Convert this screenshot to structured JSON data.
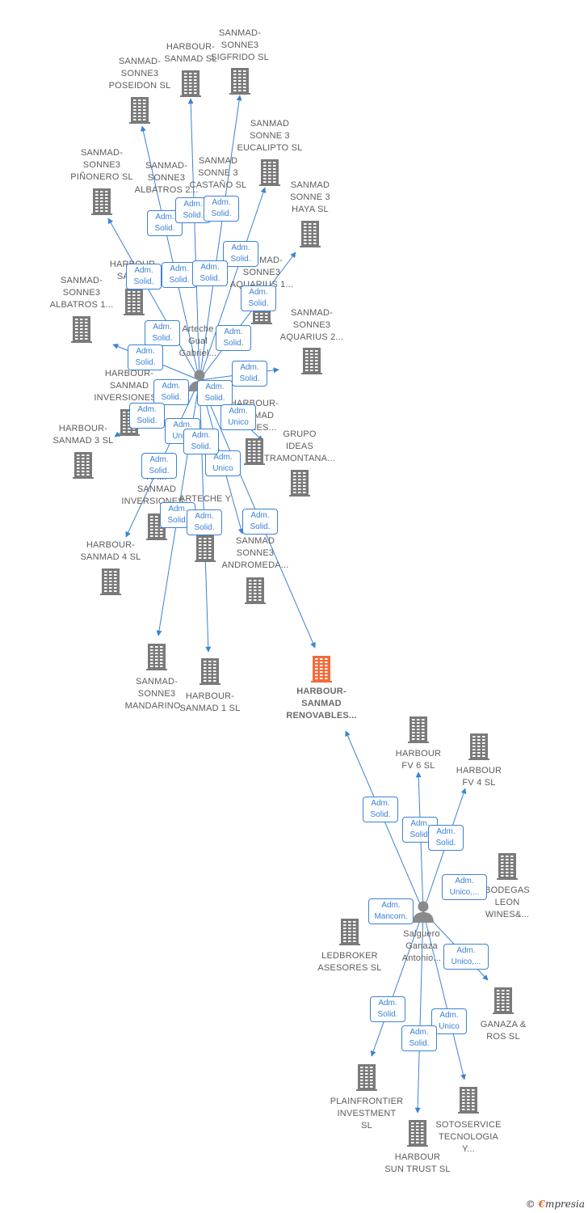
{
  "colors": {
    "edge": "#3b82d6",
    "building": "#7a7a7a",
    "highlight": "#f26b3a",
    "person": "#8a8a8a",
    "label": "#5c5c5c"
  },
  "companies": [
    {
      "id": "c_sigfrido",
      "label": "SANMAD-\nSONNE3\nSIGFRIDO  SL"
    },
    {
      "id": "c_hs",
      "label": "HARBOUR-\nSANMAD  SL"
    },
    {
      "id": "c_poseidon",
      "label": "SANMAD-\nSONNE3\nPOSEIDON  SL"
    },
    {
      "id": "c_eucalipto",
      "label": "SANMAD\nSONNE 3\nEUCALIPTO  SL"
    },
    {
      "id": "c_pinonero",
      "label": "SANMAD-\nSONNE3\nPIÑONERO  SL"
    },
    {
      "id": "c_albatros2",
      "label": "SANMAD-\nSONNE3\nALBATROS 2..."
    },
    {
      "id": "c_castano",
      "label": "SANMAD\nSONNE 3\nCASTAÑO  SL"
    },
    {
      "id": "c_haya",
      "label": "SANMAD\nSONNE 3\nHAYA  SL"
    },
    {
      "id": "c_harbour_sanm",
      "label": "HARBOUR-\nSANM..."
    },
    {
      "id": "c_aquarius1",
      "label": "SANMAD-\nSONNE3\nAQUARIUS 1..."
    },
    {
      "id": "c_albatros1",
      "label": "SANMAD-\nSONNE3\nALBATROS 1..."
    },
    {
      "id": "c_aquarius2",
      "label": "SANMAD-\nSONNE3\nAQUARIUS 2..."
    },
    {
      "id": "c_inversiones1",
      "label": "HARBOUR-\nSANMAD\nINVERSIONES..."
    },
    {
      "id": "c_hs3",
      "label": "HARBOUR-\nSANMAD 3  SL"
    },
    {
      "id": "c_hs_iones",
      "label": "HARBOUR-\nSANMAD\n...IONES..."
    },
    {
      "id": "c_tramontana",
      "label": "GRUPO\nIDEAS\nTRAMONTANA..."
    },
    {
      "id": "c_inversiones2",
      "label": "HA...\nSANMAD\nINVERSIONES..."
    },
    {
      "id": "c_arteche_y",
      "label": "ARTECHE Y\n..."
    },
    {
      "id": "c_hs4",
      "label": "HARBOUR-\nSANMAD 4  SL"
    },
    {
      "id": "c_andromeda",
      "label": "SANMAD\nSONNE3\nANDROMEDA..."
    },
    {
      "id": "c_mandarino",
      "label": "SANMAD-\nSONNE3\nMANDARINO..."
    },
    {
      "id": "c_hs1",
      "label": "HARBOUR-\nSANMAD 1  SL"
    },
    {
      "id": "c_renovables",
      "label": "HARBOUR-\nSANMAD\nRENOVABLES...",
      "highlight": true
    },
    {
      "id": "c_fv6",
      "label": "HARBOUR\nFV 6  SL"
    },
    {
      "id": "c_fv4",
      "label": "HARBOUR\nFV 4  SL"
    },
    {
      "id": "c_bodegas",
      "label": "BODEGAS\nLEON\nWINES&..."
    },
    {
      "id": "c_ledbroker",
      "label": "LEDBROKER\nASESORES  SL"
    },
    {
      "id": "c_ganaza",
      "label": "GANAZA &\nROS  SL"
    },
    {
      "id": "c_plainfrontier",
      "label": "PLAINFRONTIER\nINVESTMENT\nSL"
    },
    {
      "id": "c_sotoservice",
      "label": "SOTOSERVICE\nTECNOLOGIA\nY..."
    },
    {
      "id": "c_suntrust",
      "label": "HARBOUR\nSUN TRUST  SL"
    }
  ],
  "persons": [
    {
      "id": "p_arteche",
      "label": "Arteche\nGual\nGabriel..."
    },
    {
      "id": "p_salguero",
      "label": "Salguero\nGanaza\nAntonio..."
    }
  ],
  "roles": [
    "Adm.\nSolid.",
    "Adm.\nSolid.",
    "Adm.\nSolid.",
    "Adm.\nSolid.",
    "Adm.\nSolid.",
    "Adm.\nSolid.",
    "Adm.\nSolid.",
    "Adm.\nSolid.",
    "Adm.\nSolid.",
    "Adm.\nSolid.",
    "Adm.\nSolid.",
    "Adm.\nSolid.",
    "Adm.\nSolid.",
    "Adm.\nSolid.",
    "Adm.\nUnico",
    "Adm.\nSolid.",
    "Adm.\nUnico",
    "Adm.\nSolid.",
    "Adm.\nUnico",
    "Adm.\nSolid.",
    "Adm.\nSolid.",
    "Adm.\nSolid.",
    "Adm.\nSolid.",
    "Adm.\nSolid.",
    "Adm.\nSolid.",
    "Adm.\nSolid.",
    "Adm.\nUnico,...",
    "Adm.\nMancom.",
    "Adm.\nUnico,...",
    "Adm.\nSolid.",
    "Adm.\nUnico",
    "Adm.\nSolid."
  ],
  "brand": {
    "copyright": "©",
    "e": "€",
    "name": "mpresia"
  }
}
